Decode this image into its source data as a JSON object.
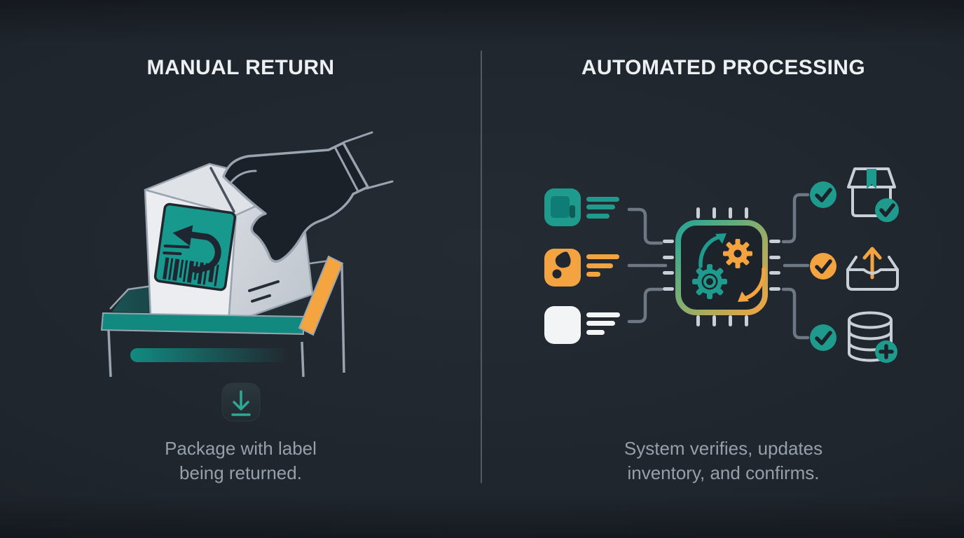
{
  "header": {
    "left_title": "MANUAL RETURN",
    "right_title": "AUTOMATED PROCESSING"
  },
  "captions": {
    "left_line1": "Package with label",
    "left_line2": "being returned.",
    "right_line1": "System verifies, updates",
    "right_line2": "inventory, and confirms."
  },
  "colors": {
    "background": "#1f252c",
    "teal": "#1f9b8e",
    "orange": "#f3a440",
    "white_icon": "#f2f4f5",
    "line_gray": "#6e7884",
    "pin_gray": "#c9cfd7",
    "ink": "#1c222a",
    "title_text": "#edf0f3",
    "caption_text": "#95a0ab",
    "divider": "#5a646f",
    "box_face": "#ebedf0",
    "box_side": "#c6ccd4",
    "label_teal": "#17998d",
    "tray_teal": "#12897f",
    "tray_orange": "#f5a540",
    "outline_gray": "#9aa4b0"
  },
  "left_panel": {
    "icons": [
      "hand",
      "package-box",
      "return-label-icon",
      "return-arrow-icon",
      "barcode-icon",
      "drop-tray",
      "conveyor-glow-bar",
      "download-icon"
    ]
  },
  "right_panel": {
    "inputs": [
      {
        "icon": "document-thumbnail-icon",
        "color": "#1f9b8e",
        "text_lines": 3
      },
      {
        "icon": "chart-blob-icon",
        "color": "#f3a440",
        "text_lines": 3
      },
      {
        "icon": "blank-card-icon",
        "color": "#f2f4f5",
        "text_lines": 3
      }
    ],
    "processor": {
      "icon": "chip-gears-sync-icon",
      "elements": [
        "sync-arrow-up-icon",
        "gear-icon-orange",
        "gear-icon-teal",
        "sync-arrow-down-icon"
      ]
    },
    "outputs": [
      {
        "badge": "check",
        "badge_color": "#1f9b8e",
        "icon": "package-verified-icon"
      },
      {
        "badge": "check",
        "badge_color": "#f3a440",
        "icon": "upload-inbox-icon"
      },
      {
        "badge": "check",
        "badge_color": "#1f9b8e",
        "icon": "database-add-icon"
      }
    ]
  }
}
